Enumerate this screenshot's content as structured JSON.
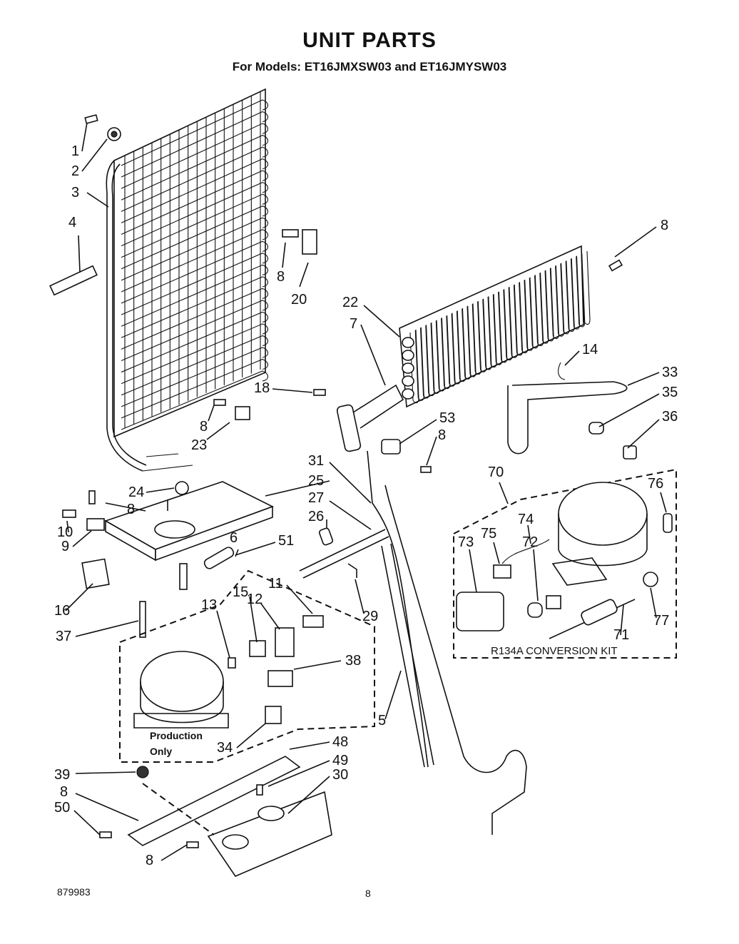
{
  "header": {
    "title": "UNIT PARTS",
    "subtitle": "For Models: ET16JMXSW03 and ET16JMYSW03"
  },
  "footer": {
    "doc_number": "879983",
    "page_number": "8"
  },
  "notes": {
    "production_line1": "Production",
    "production_line2": "Only",
    "kit_label": "R134A  CONVERSION  KIT"
  },
  "callouts": [
    "1",
    "2",
    "3",
    "4",
    "8",
    "20",
    "8",
    "22",
    "7",
    "14",
    "33",
    "35",
    "36",
    "18",
    "53",
    "8",
    "8",
    "23",
    "31",
    "25",
    "24",
    "8",
    "27",
    "26",
    "70",
    "76",
    "10",
    "9",
    "6",
    "51",
    "74",
    "75",
    "73",
    "72",
    "16",
    "11",
    "15",
    "12",
    "13",
    "29",
    "37",
    "38",
    "77",
    "71",
    "5",
    "48",
    "34",
    "49",
    "39",
    "30",
    "8",
    "50",
    "8"
  ]
}
